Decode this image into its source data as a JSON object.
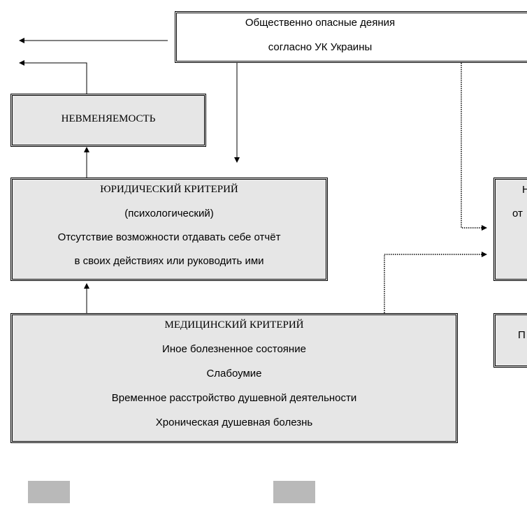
{
  "top_box": {
    "line1": "Общественно опасные деяния",
    "line2": "согласно УК Украины"
  },
  "insanity_box": {
    "label": "НЕВМЕНЯЕМОСТЬ"
  },
  "legal_box": {
    "title": "ЮРИДИЧЕСКИЙ  КРИТЕРИЙ",
    "subtitle": "(психологический)",
    "line1": "Отсутствие возможности отдавать себе отчёт",
    "line2": "в своих действиях или  руководить ими"
  },
  "medical_box": {
    "title": "МЕДИЦИНСКИЙ КРИТЕРИЙ",
    "items": [
      "Иное болезненное состояние",
      "Слабоумие",
      "Временное расстройство душевной деятельности",
      "Хроническая душевная болезнь"
    ]
  },
  "right_box_upper": {
    "cut_text_1": "Н",
    "cut_text_2": "от"
  },
  "right_box_lower": {
    "cut_text": "П"
  },
  "colors": {
    "box_fill": "#e6e6e6",
    "legend_fill": "#b9b9b9",
    "line": "#000000"
  }
}
